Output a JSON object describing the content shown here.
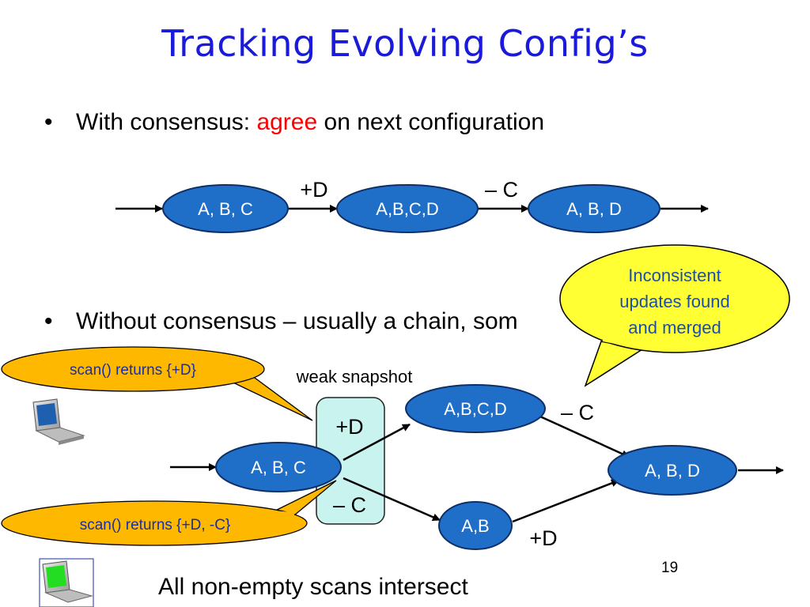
{
  "title": "Tracking Evolving Config’s",
  "bullets": [
    {
      "prefix": "With consensus: ",
      "highlight": "agree",
      "suffix": " on next configuration"
    },
    {
      "text": "Without consensus – usually a chain, som"
    }
  ],
  "top_chain": {
    "nodes": [
      "A, B, C",
      "A,B,C,D",
      "A, B, D"
    ],
    "edges": [
      "+D",
      "– C"
    ]
  },
  "bubble": {
    "lines": [
      "Inconsistent",
      "updates found",
      "and merged"
    ]
  },
  "callouts": [
    "scan() returns {+D}",
    "scan() returns {+D, -C}"
  ],
  "snapshot": {
    "label": "weak snapshot",
    "ops": [
      "+D",
      "– C"
    ]
  },
  "bottom_graph": {
    "nodes": [
      "A,B,C,D",
      "A, B, C",
      "A,B",
      "A, B, D"
    ],
    "edges": [
      "– C",
      "+D"
    ]
  },
  "page_number": "19",
  "footer": "All non-empty scans intersect",
  "colors": {
    "title": "#1a1adb",
    "node_fill": "#1f6fc8",
    "node_text": "#ffffff",
    "callout_fill": "#ffb800",
    "bubble_fill": "#ffff33",
    "snapshot_fill": "#c9f3ef",
    "highlight": "#ff0000"
  }
}
